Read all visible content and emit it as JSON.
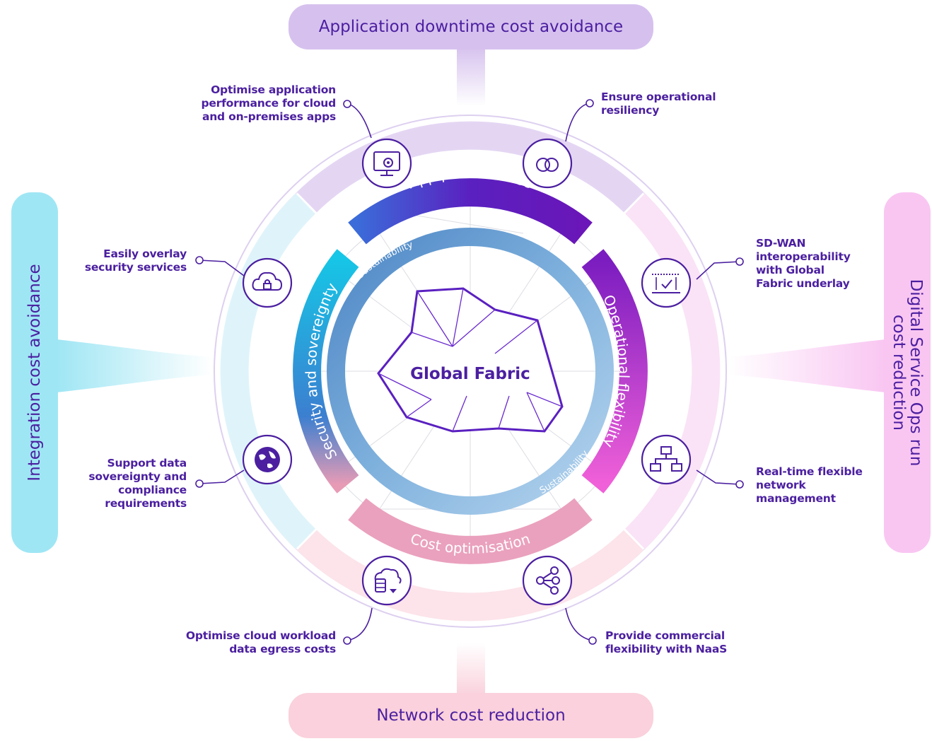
{
  "outer_labels": {
    "top": "Application downtime cost avoidance",
    "bottom": "Network cost reduction",
    "left": "Integration cost avoidance",
    "right_line1": "Digital Service Ops run",
    "right_line2": "cost reduction"
  },
  "center": {
    "title": "Global Fabric"
  },
  "ring_segments": {
    "top": "App performance",
    "right": "Operational flexibility",
    "bottom": "Cost optimisation",
    "left": "Security and sovereignty"
  },
  "inner_ring": {
    "label_upper": "Sustainability",
    "label_lower": "Sustainability"
  },
  "callouts": {
    "app_perf": [
      "Optimise application",
      "performance for cloud",
      "and on-premises apps"
    ],
    "resiliency": [
      "Ensure operational",
      "resiliency"
    ],
    "sdwan": [
      "SD-WAN",
      "interoperability",
      "with Global",
      "Fabric underlay"
    ],
    "realtime": [
      "Real-time flexible",
      "network",
      "management"
    ],
    "naas": [
      "Provide commercial",
      "flexibility with NaaS"
    ],
    "egress": [
      "Optimise cloud workload",
      "data egress costs"
    ],
    "sovereignty": [
      "Support data",
      "sovereignty and",
      "compliance",
      "requirements"
    ],
    "security": [
      "Easily overlay",
      "security services"
    ]
  },
  "icons": {
    "app_perf": "monitor-gear-icon",
    "resiliency": "linked-rings-icon",
    "sdwan": "network-check-icon",
    "realtime": "network-hierarchy-icon",
    "naas": "share-nodes-icon",
    "egress": "cloud-database-icon",
    "sovereignty": "globe-icon",
    "security": "cloud-lock-icon"
  },
  "colors": {
    "brand_purple": "#4b1fa0",
    "top_pill": "#d6c1ee",
    "bottom_pill": "#fad1dc",
    "left_pill": "#9fe6f4",
    "right_pill": "#f9c6f2"
  }
}
